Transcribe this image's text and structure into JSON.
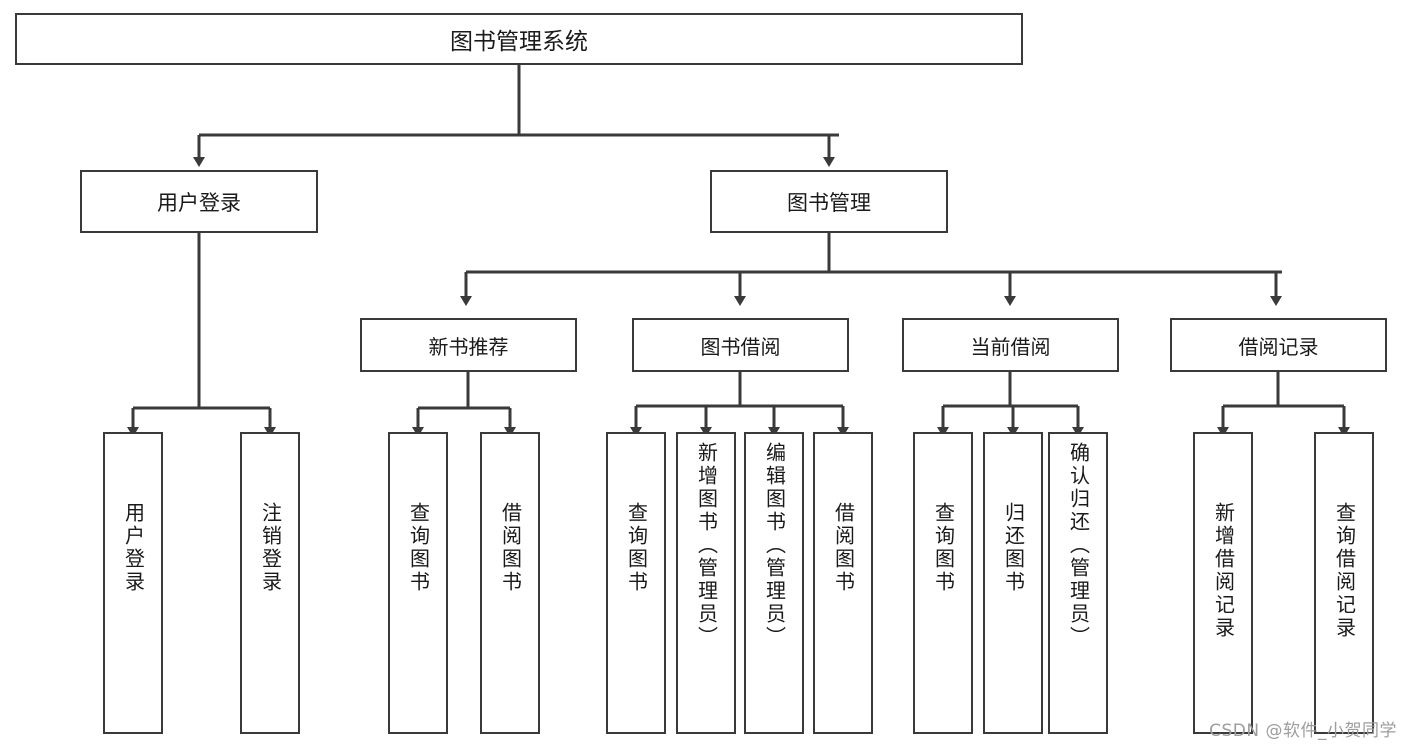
{
  "diagram": {
    "title": "图书管理系统",
    "type": "tree",
    "root": {
      "label": "图书管理系统"
    },
    "level2": [
      {
        "label": "用户登录"
      },
      {
        "label": "图书管理"
      }
    ],
    "level3": [
      {
        "label": "新书推荐"
      },
      {
        "label": "图书借阅"
      },
      {
        "label": "当前借阅"
      },
      {
        "label": "借阅记录"
      }
    ],
    "leaves": {
      "user_login": [
        {
          "label": "用户登录"
        },
        {
          "label": "注销登录"
        }
      ],
      "new_book_recommend": [
        {
          "label": "查询图书"
        },
        {
          "label": "借阅图书"
        }
      ],
      "book_borrow": [
        {
          "label": "查询图书"
        },
        {
          "label": "新增图书（管理员）"
        },
        {
          "label": "编辑图书（管理员）"
        },
        {
          "label": "借阅图书"
        }
      ],
      "current_borrow": [
        {
          "label": "查询图书"
        },
        {
          "label": "归还图书"
        },
        {
          "label": "确认归还（管理员）"
        }
      ],
      "borrow_records": [
        {
          "label": "新增借阅记录"
        },
        {
          "label": "查询借阅记录"
        }
      ]
    }
  },
  "watermark": {
    "text": "CSDN @软件_小贺同学"
  },
  "colors": {
    "stroke": "#3a3a3a",
    "text": "#1a1a1a",
    "background": "#ffffff",
    "watermark": "#9d9d9d"
  }
}
